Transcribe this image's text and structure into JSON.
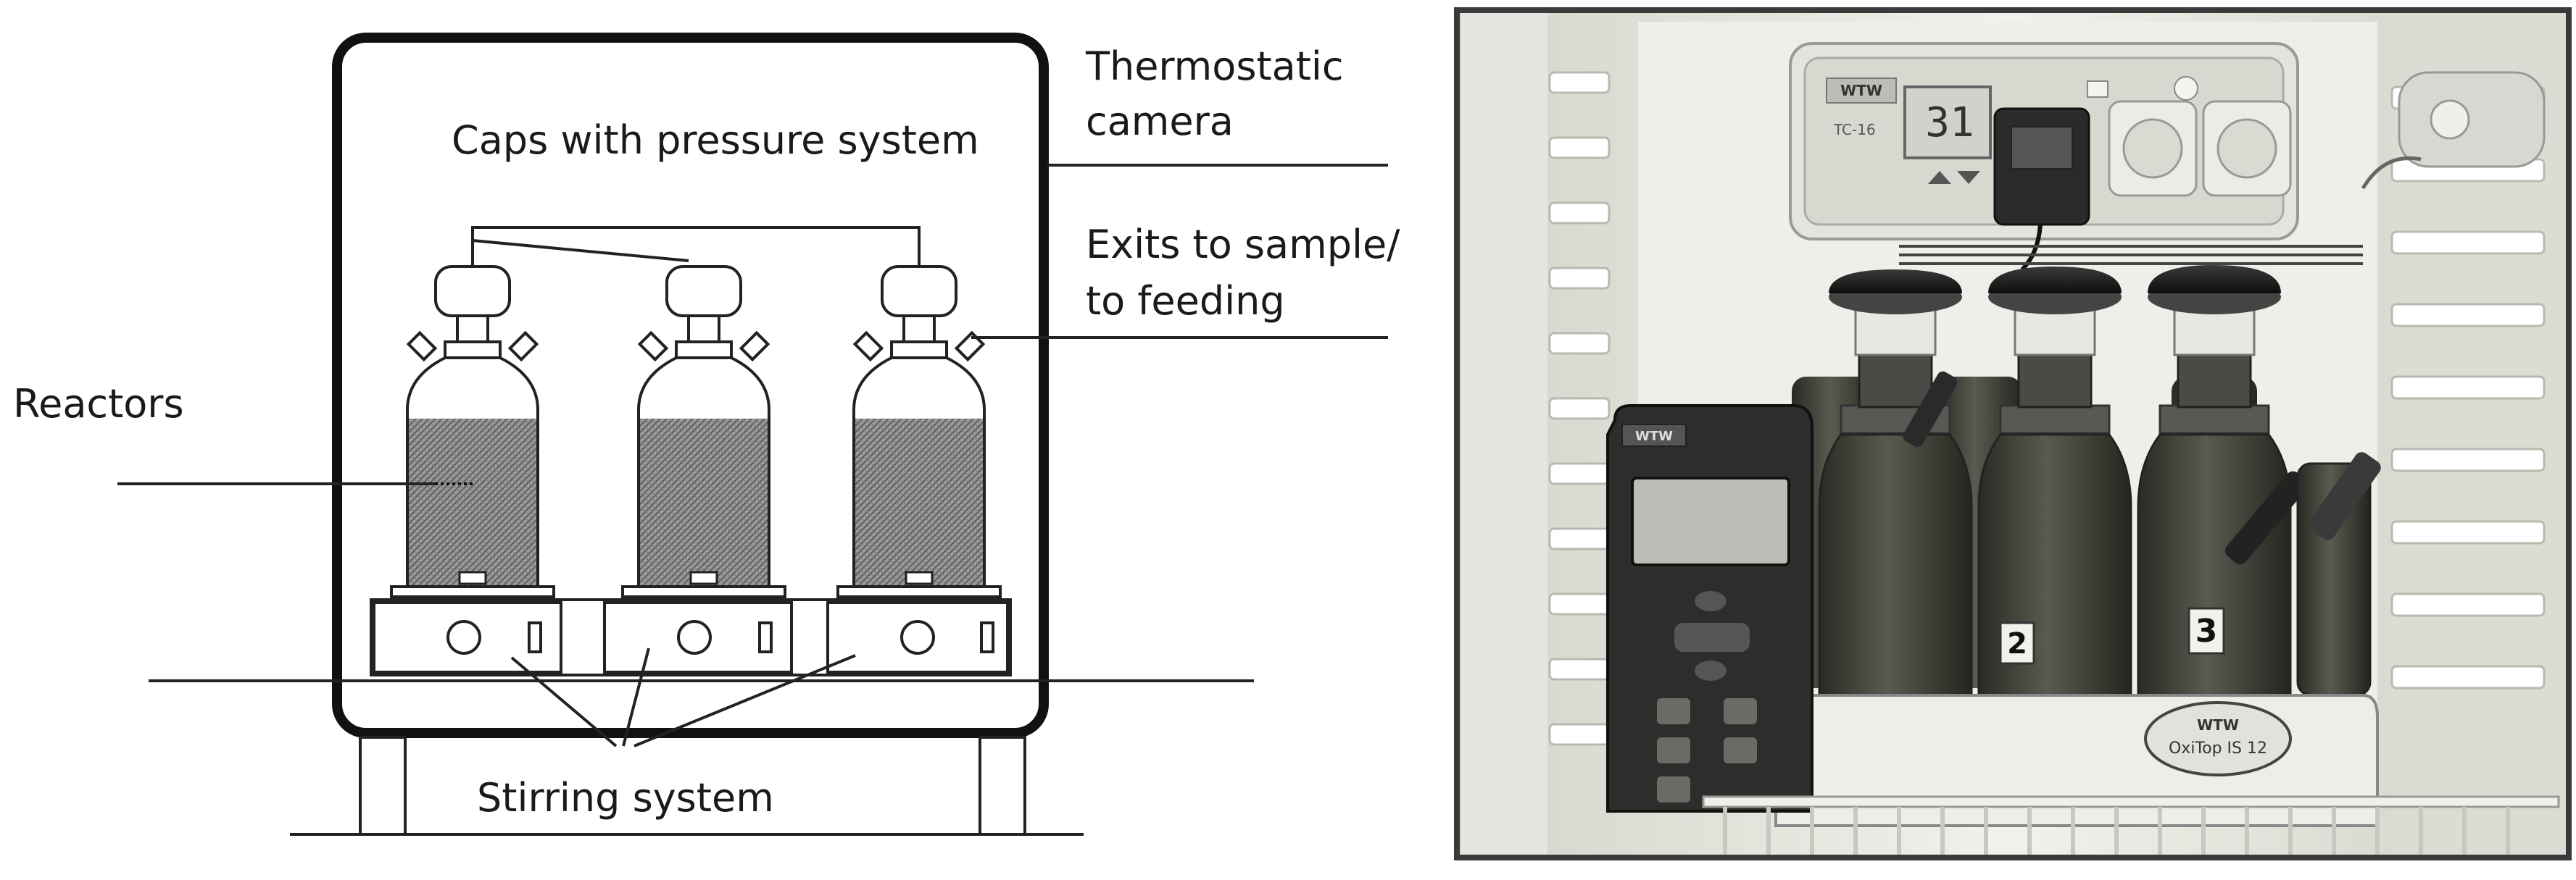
{
  "diagram": {
    "labels": {
      "caps": "Caps with pressure system",
      "thermostatic_line1": "Thermostatic",
      "thermostatic_line2": "camera",
      "exits_line1": "Exits to sample/",
      "exits_line2": "to feeding",
      "reactors": "Reactors",
      "stirring": "Stirring system"
    }
  },
  "photo": {
    "controller_brand": "WTW",
    "controller_model": "TC-16",
    "controller_display": "31",
    "meter_brand": "WTW",
    "stirrer_brand": "WTW",
    "stirrer_model": "OxiTop IS 12",
    "bottle_numbers": [
      "2",
      "3"
    ],
    "colors": {
      "frame": "#3a3a3a",
      "fridge_wall": "#e8e8e2",
      "bottle_cap": "#1c1c1c"
    }
  }
}
